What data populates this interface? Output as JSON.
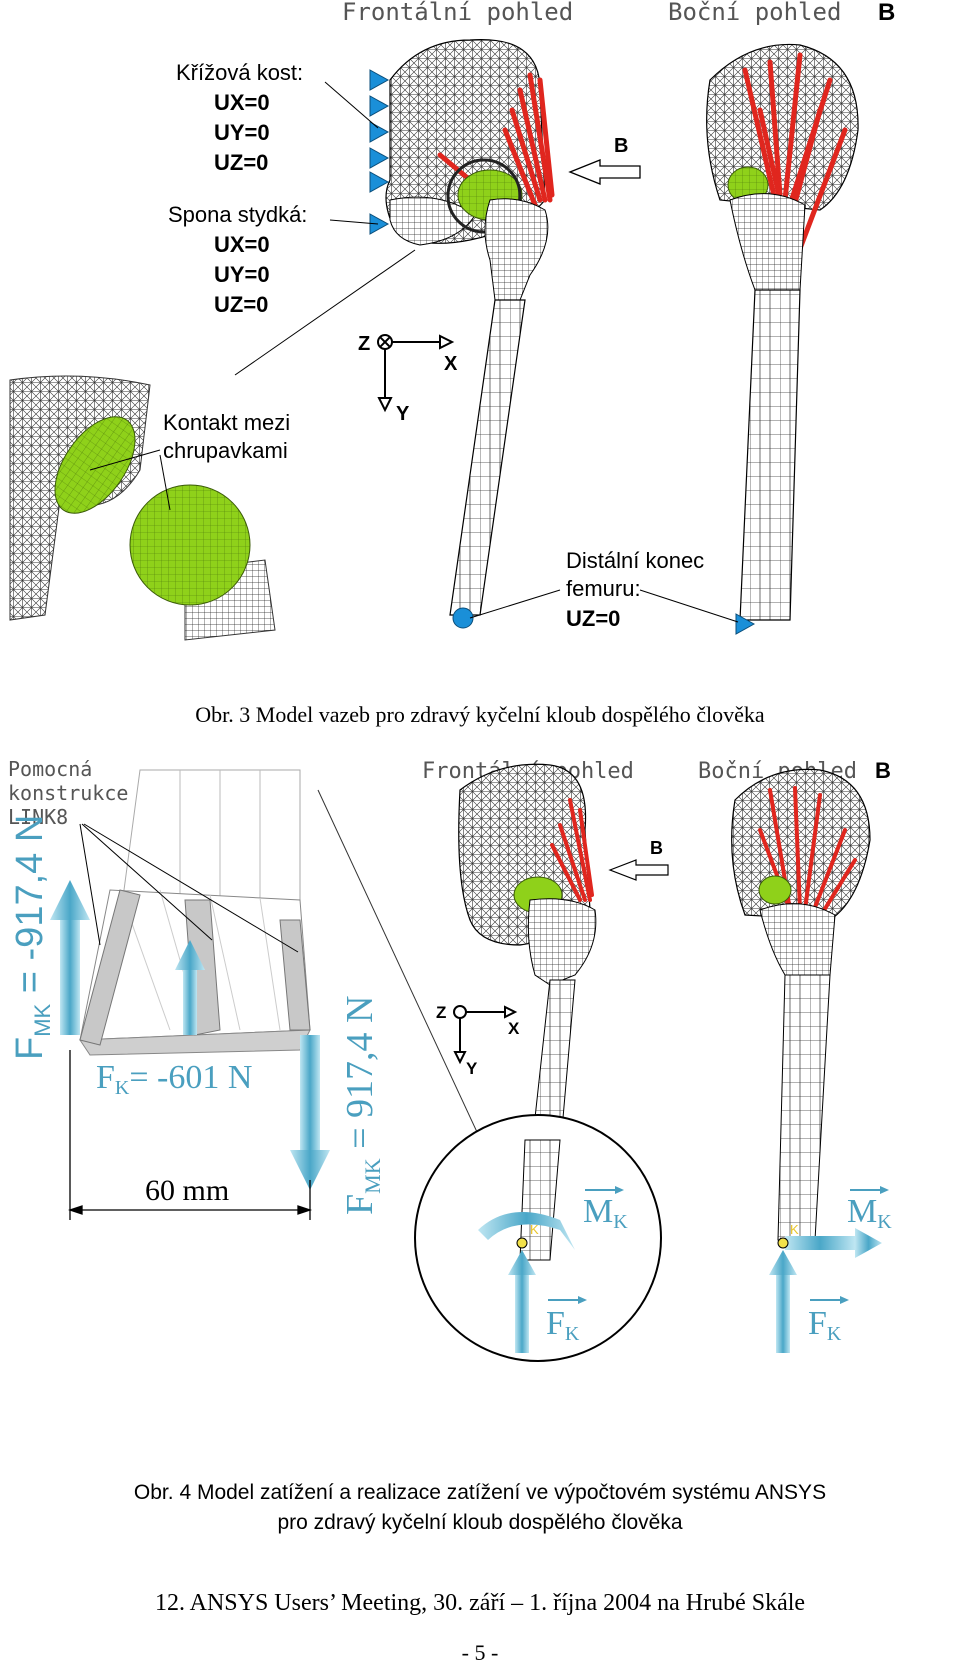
{
  "figure3": {
    "view_frontal": "Frontální pohled",
    "view_side": "Boční pohled",
    "view_side_letter": "B",
    "arrow_letter": "B",
    "sacrum_label": "Křížová kost:",
    "sacrum_ux": "UX=0",
    "sacrum_uy": "UY=0",
    "sacrum_uz": "UZ=0",
    "pubis_label": "Spona stydká:",
    "pubis_ux": "UX=0",
    "pubis_uy": "UY=0",
    "pubis_uz": "UZ=0",
    "contact_line1": "Kontakt mezi",
    "contact_line2": "chrupavkami",
    "distal_line1": "Distální konec",
    "distal_line2": "femuru:",
    "distal_uz": "UZ=0",
    "axis_z": "Z",
    "axis_x": "X",
    "axis_y": "Y",
    "caption": "Obr. 3 Model vazeb pro zdravý kyčelní kloub dospělého člověka"
  },
  "figure4": {
    "view_frontal": "Frontální pohled",
    "view_side": "Boční pohled",
    "view_side_letter": "B",
    "arrow_letter": "B",
    "aux_line1": "Pomocná",
    "aux_line2": "konstrukce",
    "aux_line3": "LINK8",
    "fmk_left": "F",
    "fmk_left_sub": "MK",
    "fmk_left_value": " = -917,4 N",
    "fmk_right": "F",
    "fmk_right_sub": "MK",
    "fmk_right_value": " = 917,4 N",
    "fk": "F",
    "fk_sub": "K",
    "fk_value": "= -601 N",
    "dimension": "60 mm",
    "axis_z": "Z",
    "axis_x": "X",
    "axis_y": "Y",
    "mk_label": "M",
    "mk_sub": "K",
    "fk_label": "F",
    "fk_label_sub": "K",
    "k_marker": "K",
    "caption_line1": "Obr. 4 Model zatížení a realizace zatížení ve výpočtovém systému ANSYS",
    "caption_line2": "pro zdravý kyčelní kloub dospělého člověka"
  },
  "footer": "12. ANSYS Users’ Meeting, 30. září – 1. října 2004 na Hrubé Skále",
  "page_number": "- 5 -",
  "colors": {
    "ligament_red": "#e0261e",
    "cartilage_green": "#8fd11a",
    "constraint_blue": "#1a8fd8",
    "force_cyan": "#4aa7c8",
    "force_text": "#4a9fbf"
  }
}
